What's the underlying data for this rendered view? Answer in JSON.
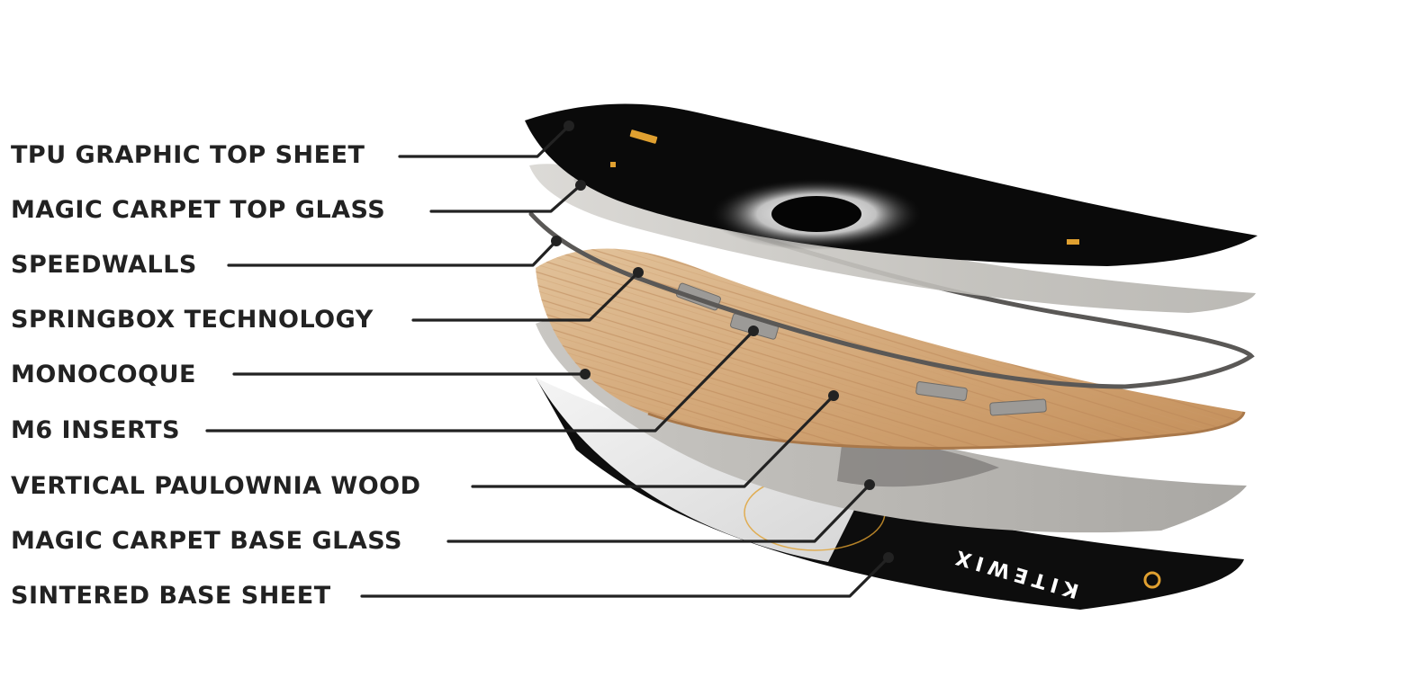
{
  "diagram": {
    "type": "exploded-layer-diagram",
    "layers": [
      {
        "id": "tpu-graphic-top-sheet",
        "label": "TPU GRAPHIC TOP SHEET"
      },
      {
        "id": "magic-carpet-top-glass",
        "label": "MAGIC CARPET TOP GLASS"
      },
      {
        "id": "speedwalls",
        "label": "SPEEDWALLS"
      },
      {
        "id": "springbox-technology",
        "label": "SPRINGBOX TECHNOLOGY"
      },
      {
        "id": "monocoque",
        "label": "MONOCOQUE"
      },
      {
        "id": "m6-inserts",
        "label": "M6 INSERTS"
      },
      {
        "id": "vertical-paulownia-wood",
        "label": "VERTICAL PAULOWNIA WOOD"
      },
      {
        "id": "magic-carpet-base-glass",
        "label": "MAGIC CARPET BASE GLASS"
      },
      {
        "id": "sintered-base-sheet",
        "label": "SINTERED BASE SHEET"
      }
    ],
    "board_prints": {
      "base_brand": "KITEWIX"
    },
    "colors": {
      "label_text": "#222222",
      "leader_line": "#222222",
      "top_sheet": "#0a0a0a",
      "glass": "#bfbdb8",
      "wood": "#d4a97a",
      "base_sheet": "#0d0d0d",
      "accent_gold": "#e0a030"
    }
  }
}
